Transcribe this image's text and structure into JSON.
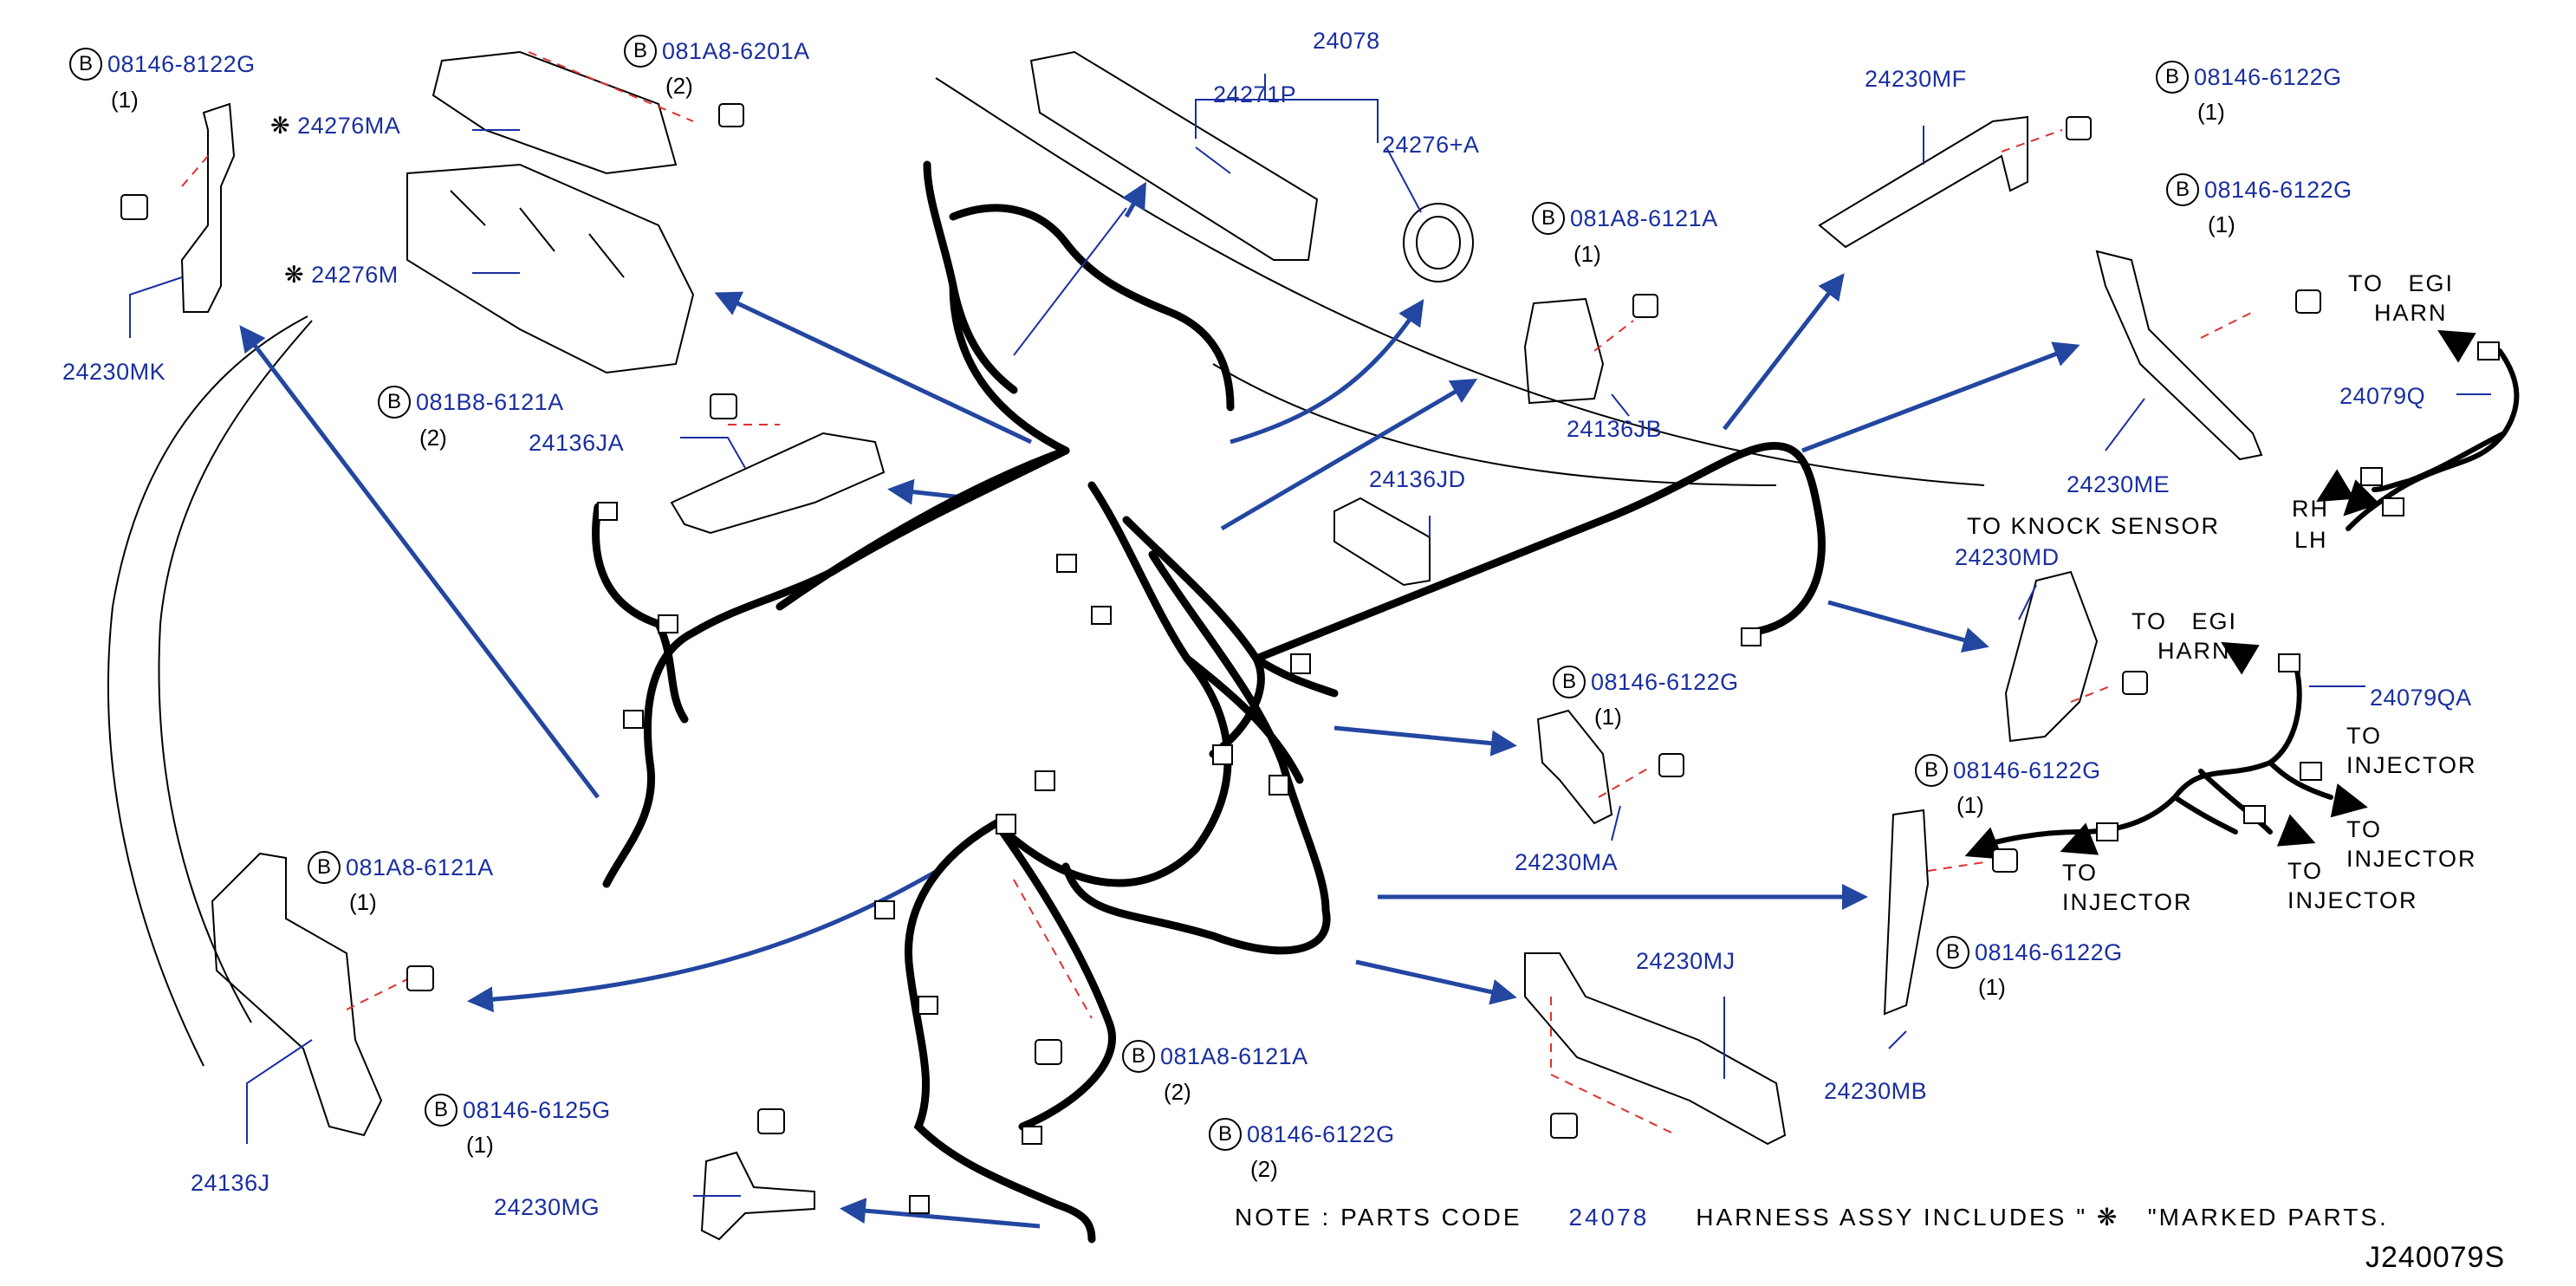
{
  "colors": {
    "label": "#1a2fa0",
    "arrow": "#2346a0",
    "harness": "#000000",
    "guide": "#e03030"
  },
  "parts": {
    "p24078": "24078",
    "p24271P": "24271P",
    "p24276A": "24276+A",
    "p24276MA": "24276MA",
    "p24276M": "24276M",
    "p24230MK": "24230MK",
    "p24136JA": "24136JA",
    "p24136JB": "24136JB",
    "p24136JD": "24136JD",
    "p24230MF": "24230MF",
    "p24230ME": "24230ME",
    "p24079Q": "24079Q",
    "p24230MD": "24230MD",
    "p24079QA": "24079QA",
    "p24230MA": "24230MA",
    "p24230MB": "24230MB",
    "p24230MJ": "24230MJ",
    "p24136J": "24136J",
    "p24230MG": "24230MG"
  },
  "bolt_marker": "B",
  "bolts": {
    "b1": {
      "code": "08146-8122G",
      "qty": "(1)"
    },
    "b2": {
      "code": "081A8-6201A",
      "qty": "(2)"
    },
    "b3": {
      "code": "081B8-6121A",
      "qty": "(2)"
    },
    "b4": {
      "code": "081A8-6121A",
      "qty": "(1)"
    },
    "b5": {
      "code": "08146-6122G",
      "qty": "(1)"
    },
    "b6": {
      "code": "08146-6122G",
      "qty": "(1)"
    },
    "b7": {
      "code": "08146-6122G",
      "qty": "(1)"
    },
    "b8": {
      "code": "08146-6122G",
      "qty": "(1)"
    },
    "b9": {
      "code": "08146-6122G",
      "qty": "(1)"
    },
    "b10": {
      "code": "081A8-6121A",
      "qty": "(1)"
    },
    "b11": {
      "code": "081A8-6121A",
      "qty": "(2)"
    },
    "b12": {
      "code": "08146-6125G",
      "qty": "(1)"
    },
    "b13": {
      "code": "08146-6122G",
      "qty": "(2)"
    }
  },
  "marker_symbol": "❋",
  "destinations": {
    "to_egi_harn_1": [
      "TO",
      "EGI",
      "HARN"
    ],
    "to_egi_harn_2": [
      "TO",
      "EGI",
      "HARN"
    ],
    "rh": "RH",
    "lh": "LH",
    "to_knock_sensor": "TO  KNOCK  SENSOR",
    "to_injector_1": [
      "TO",
      "INJECTOR"
    ],
    "to_injector_2": [
      "TO",
      "INJECTOR"
    ],
    "to_injector_3": [
      "TO",
      "INJECTOR"
    ],
    "to_injector_4": [
      "TO",
      "INJECTOR"
    ]
  },
  "note": {
    "prefix": "NOTE  :  PARTS  CODE",
    "code": "24078",
    "middle": "HARNESS  ASSY     INCLUDES  \"",
    "symbol": "❋",
    "suffix": "\"MARKED  PARTS."
  },
  "diagram_id": "J240079S"
}
